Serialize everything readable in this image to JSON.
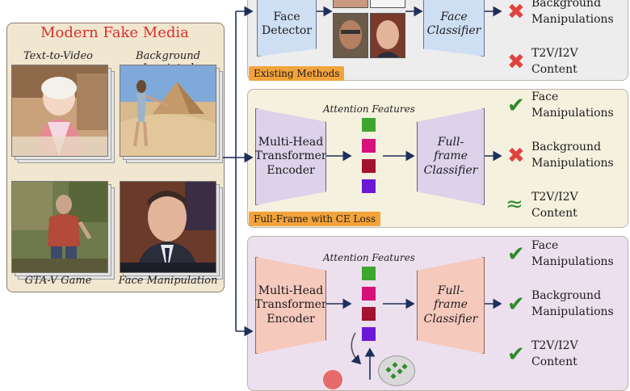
{
  "left": {
    "title": "Modern Fake Media",
    "captions": {
      "t2v": "Text-to-Video",
      "bg": "Background Inpainted",
      "gta": "GTA-V Game",
      "face": "Face Manipulation"
    }
  },
  "panel1": {
    "detector": "Face Detector",
    "classifier": "Face Classifier",
    "tag": "Existing Methods",
    "results": [
      {
        "label": "Background Manipulations",
        "status": "cross"
      },
      {
        "label": "T2V/I2V Content",
        "status": "cross"
      }
    ]
  },
  "panel2": {
    "encoder": "Multi-Head Transformer Encoder",
    "attention": "Attention Features",
    "classifier": "Full-frame Classifier",
    "tag": "Full-Frame with CE Loss",
    "results": [
      {
        "label": "Face Manipulations",
        "status": "tick"
      },
      {
        "label": "Background Manipulations",
        "status": "cross"
      },
      {
        "label": "T2V/I2V Content",
        "status": "approx"
      }
    ]
  },
  "panel3": {
    "encoder": "Multi-Head Transformer Encoder",
    "attention": "Attention Features",
    "classifier": "Full-frame Classifier",
    "results": [
      {
        "label": "Face Manipulations",
        "status": "tick"
      },
      {
        "label": "Background Manipulations",
        "status": "tick"
      },
      {
        "label": "T2V/I2V Content",
        "status": "tick"
      }
    ]
  },
  "colors": {
    "tick": "#2f8a2a",
    "cross": "#e0433e",
    "attention_squares": [
      "#3ea52e",
      "#d6117a",
      "#a3122f",
      "#6a18d6"
    ],
    "tag": "#f2a33a",
    "title": "#d9302a"
  },
  "icons": {
    "tick": "check-icon",
    "cross": "cross-icon",
    "approx": "approx-icon"
  }
}
